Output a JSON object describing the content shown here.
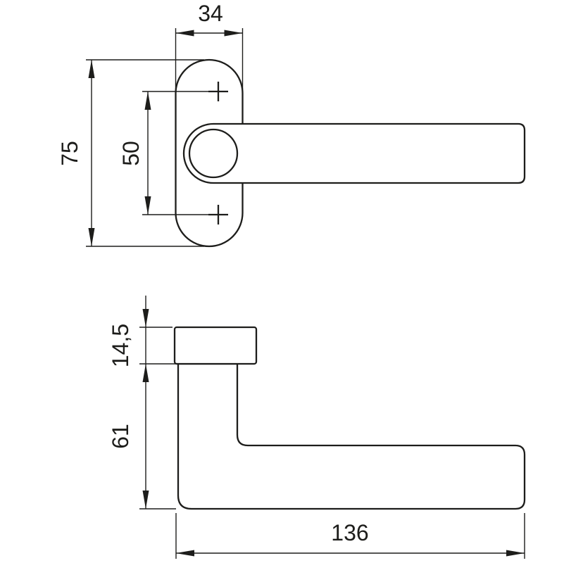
{
  "drawing": {
    "type": "technical-dimension-drawing",
    "subject": "door-lever-handle-with-oval-rosette",
    "background_color": "#ffffff",
    "line_color": "#1d1d1b",
    "views": {
      "front": {
        "label": "front-view-rosette-and-lever"
      },
      "side": {
        "label": "side-view-lever-profile"
      }
    },
    "dimensions": {
      "front_width": "34",
      "front_height": "75",
      "hole_spacing": "50",
      "rosette_thickness": "14,5",
      "projection": "61",
      "grip_length": "136"
    }
  }
}
